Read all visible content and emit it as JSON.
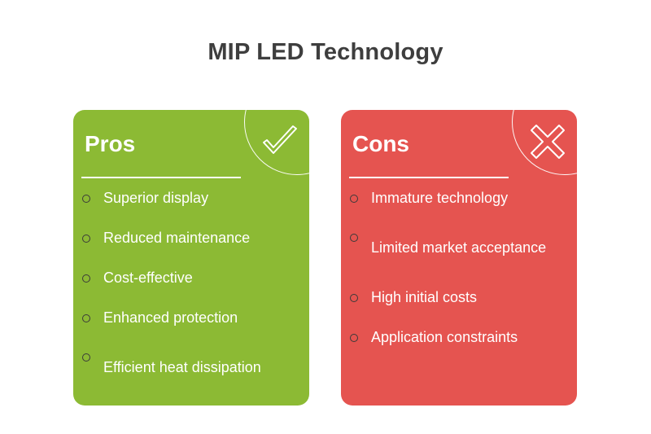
{
  "title": "MIP LED Technology",
  "colors": {
    "pros": "#8cba34",
    "cons": "#e55450",
    "title": "#3e3e3e",
    "bullet_ring": "#3a3a3a"
  },
  "pros": {
    "heading": "Pros",
    "icon": "checkmark-icon",
    "items": [
      {
        "label": "Superior display"
      },
      {
        "label": "Reduced maintenance"
      },
      {
        "label": "Cost-effective"
      },
      {
        "label": "Enhanced protection"
      },
      {
        "label": "Efficient heat dissipation"
      }
    ]
  },
  "cons": {
    "heading": "Cons",
    "icon": "cross-icon",
    "items": [
      {
        "label": "Immature technology"
      },
      {
        "label": "Limited market acceptance"
      },
      {
        "label": "High initial costs"
      },
      {
        "label": "Application constraints"
      }
    ]
  }
}
